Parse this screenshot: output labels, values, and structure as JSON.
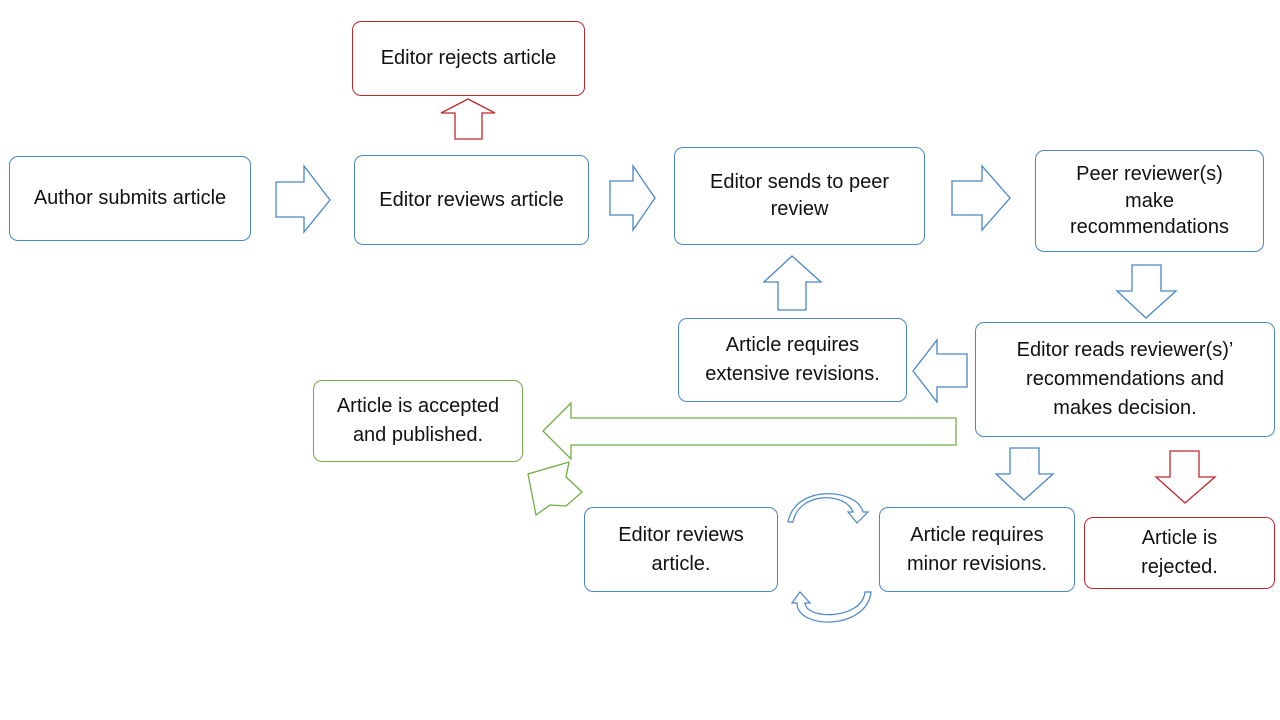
{
  "colors": {
    "blue": "#4a86c8",
    "red": "#c0282d",
    "green": "#70ad47"
  },
  "nodes": {
    "author_submits": "Author submits article",
    "editor_reviews": "Editor reviews article",
    "editor_rejects": "Editor rejects article",
    "sends_to_peer_review": "Editor sends to peer review",
    "peer_reviewers_recommend": "Peer reviewer(s) make recommendations",
    "editor_reads_recommendations": "Editor reads reviewer(s)’ recommendations and makes decision.",
    "extensive_revisions": "Article requires extensive revisions.",
    "accepted_published": "Article is accepted and published.",
    "editor_reviews_again": "Editor reviews article.",
    "minor_revisions": "Article requires minor revisions.",
    "rejected": "Article is rejected."
  }
}
